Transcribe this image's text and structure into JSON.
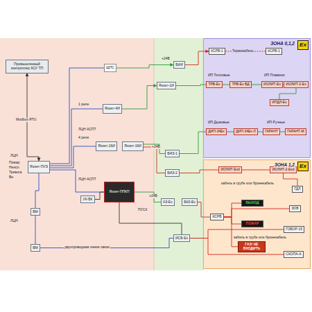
{
  "diagram": {
    "nodes": [
      {
        "text": [
          "ЗОНА 0,1,2"
        ]
      },
      {
        "text": [
          "ЗОНА 1,2"
        ]
      },
      {
        "text": [
          "Ex"
        ],
        "in": 0
      },
      {
        "text": [
          "Ex"
        ],
        "in": 1
      },
      {
        "text": [
          "КСРВ-1"
        ],
        "in": 0
      },
      {
        "text": [
          "КСРВ-1"
        ],
        "in": 0
      },
      {
        "text": [
          "ТРВ-Ех"
        ],
        "in": 0
      },
      {
        "text": [
          "ТРВ-Ех ВД"
        ],
        "in": 0
      },
      {
        "text": [
          "ИОЛИТ-Ех"
        ],
        "in": 0
      },
      {
        "text": [
          "ИОЛИТ-2-Ех"
        ],
        "in": 0
      },
      {
        "text": [
          "ИПДЛ-Ех"
        ],
        "in": 0
      },
      {
        "text": [
          "ДИП-34Ех"
        ],
        "in": 0
      },
      {
        "text": [
          "ДИП-34Ех-Л"
        ],
        "in": 0
      },
      {
        "text": [
          "ГАРАНТ"
        ],
        "in": 0
      },
      {
        "text": [
          "ГАРАНТ-М"
        ],
        "in": 0
      },
      {
        "text": [
          "ИОЛИТ-Exd"
        ],
        "in": 1
      },
      {
        "text": [
          "ИОЛИТ-2-Exd"
        ],
        "in": 1
      },
      {
        "text": [
          "ВЫХОД"
        ],
        "in": 1
      },
      {
        "text": [
          "ГДЛ"
        ],
        "in": 1
      },
      {
        "text": [
          "ЗОВ"
        ],
        "in": 1
      },
      {
        "text": [
          "ПОЖАР"
        ],
        "in": 1
      },
      {
        "text": [
          "ГОВОР-15"
        ],
        "in": 1
      },
      {
        "text": [
          "ГАЗ! НЕ ВХОДИТЬ"
        ],
        "in": 1
      },
      {
        "text": [
          "СКОПА-А"
        ],
        "in": 1
      },
      {
        "text": [
          "КСРВ"
        ],
        "in": 1
      },
      {
        "text": [
          "БИИ"
        ]
      },
      {
        "text": [
          "Яхонт-1И"
        ]
      },
      {
        "text": [
          "БИЗ-1"
        ]
      },
      {
        "text": [
          "БИЗ-2"
        ]
      },
      {
        "text": [
          "КЗ-Ех"
        ]
      },
      {
        "text": [
          "БКЗ-Ех"
        ]
      },
      {
        "text": [
          "ИСБ-Ех"
        ]
      },
      {
        "text": [
          "Промышленный контроллер АСУ ТП"
        ]
      },
      {
        "text": [
          "Яхонт-ПУЭ"
        ]
      },
      {
        "text": [
          "ЩПС"
        ]
      },
      {
        "text": [
          "Яхонт-4И"
        ]
      },
      {
        "text": [
          "Яхонт-16И"
        ]
      },
      {
        "text": [
          "Яхонт-16И"
        ]
      },
      {
        "text": [
          "Яхонт-ППКП"
        ]
      },
      {
        "text": [
          "УК-ВК"
        ]
      },
      {
        "text": [
          "ВМ"
        ]
      },
      {
        "text": [
          "ВМ"
        ]
      }
    ],
    "edges": [
      {
        "from": 32,
        "to": 33,
        "arrow": "both",
        "label": "Modbus RTU"
      },
      {
        "from": 33,
        "to": 34,
        "arrow": "none"
      },
      {
        "from": 33,
        "to": 35,
        "arrow": "none"
      },
      {
        "from": 33,
        "to": 36,
        "arrow": "none"
      },
      {
        "from": 33,
        "to": 38,
        "arrow": "none"
      },
      {
        "from": 33,
        "to": 40,
        "arrow": "none"
      },
      {
        "from": 40,
        "to": 41,
        "arrow": "none"
      },
      {
        "from": 34,
        "to": 25,
        "arrow": "to"
      },
      {
        "from": 35,
        "to": 26,
        "arrow": "to"
      },
      {
        "from": 25,
        "to": 4,
        "arrow": "to"
      },
      {
        "from": 4,
        "to": 5,
        "arrow": "none",
        "label": "Термокабель"
      },
      {
        "from": 26,
        "to": 6,
        "arrow": "none"
      },
      {
        "from": 6,
        "to": 7,
        "arrow": "none"
      },
      {
        "from": 7,
        "to": 8,
        "arrow": "none"
      },
      {
        "from": 8,
        "to": 9,
        "arrow": "none"
      },
      {
        "from": 9,
        "to": 10,
        "arrow": "none"
      },
      {
        "from": 37,
        "to": 27,
        "arrow": "none"
      },
      {
        "from": 37,
        "to": 28,
        "arrow": "none"
      },
      {
        "from": 27,
        "to": 11,
        "arrow": "none"
      },
      {
        "from": 11,
        "to": 12,
        "arrow": "none"
      },
      {
        "from": 12,
        "to": 13,
        "arrow": "none"
      },
      {
        "from": 13,
        "to": 14,
        "arrow": "none"
      },
      {
        "from": 28,
        "to": 15,
        "arrow": "none"
      },
      {
        "from": 15,
        "to": 16,
        "arrow": "none"
      },
      {
        "from": 16,
        "to": 18,
        "arrow": "none"
      },
      {
        "from": 38,
        "to": 29,
        "arrow": "none"
      },
      {
        "from": 30,
        "to": 24,
        "arrow": "none"
      },
      {
        "from": 24,
        "to": 17,
        "arrow": "none"
      },
      {
        "from": 24,
        "to": 20,
        "arrow": "none"
      },
      {
        "from": 24,
        "to": 22,
        "arrow": "none"
      },
      {
        "from": 24,
        "to": 19,
        "arrow": "none"
      },
      {
        "from": 31,
        "to": 23,
        "arrow": "none"
      },
      {
        "from": 31,
        "to": 21,
        "arrow": "none"
      },
      {
        "from": 38,
        "to": 31,
        "arrow": "none"
      },
      {
        "from": 39,
        "to": 38,
        "arrow": "none"
      },
      {
        "from": 41,
        "to": 31,
        "arrow": "none",
        "label": "двухпроводная линия связи"
      }
    ],
    "labels": [
      "ИП Тепловые",
      "ИП Пламени",
      "ИП Дымовые",
      "ИП Ручные",
      "кабель в трубе или бронекабель",
      "кабель в трубе или бронекабель",
      "ЛЦН",
      "Пожар",
      "Неисп.",
      "Тревога",
      "Вн",
      "ЛЦН",
      "ЛЦН АСПТ",
      "ЛЦН АСПТ",
      "1 реле",
      "4 реле",
      "ПУСК",
      "+24В",
      "+24В",
      "+24В"
    ]
  }
}
